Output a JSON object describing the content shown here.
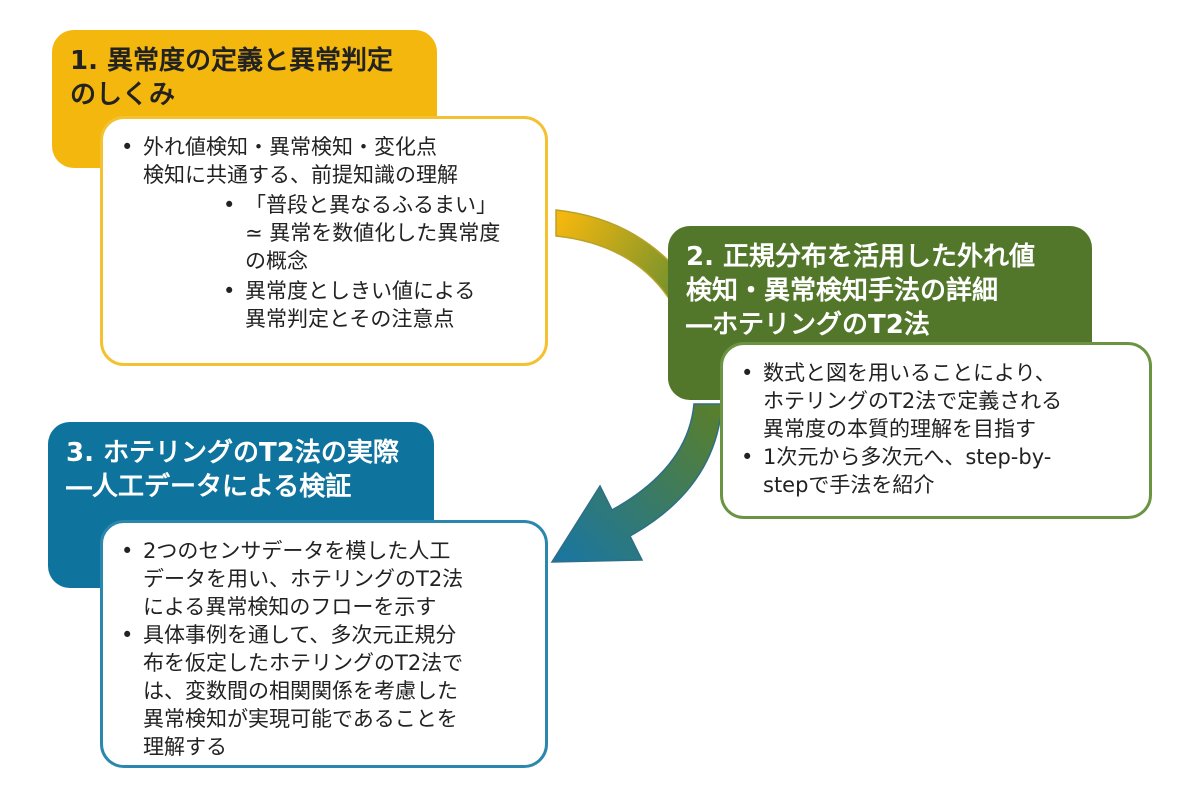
{
  "colors": {
    "box1_fill": "#f4b70e",
    "box1_border": "#f2c230",
    "box2_fill": "#52772a",
    "box2_border": "#6b9442",
    "box3_fill": "#0e739d",
    "box3_border": "#2b87ad",
    "arrow1_start": "#f4b70e",
    "arrow1_end": "#6b8f2f",
    "arrow2_start": "#5a7f2b",
    "arrow2_end": "#1a76a0"
  },
  "section1": {
    "title_line1": "1. 異常度の定義と異常判定",
    "title_line2": "のしくみ",
    "bullet": "•",
    "item1_line1": "外れ値検知・異常検知・変化点",
    "item1_line2": "検知に共通する、前提知識の理解",
    "sub1_line1": "「普段と異なるふるまい」",
    "sub1_line2": "≃ 異常を数値化した異常度",
    "sub1_line3": "の概念",
    "sub2_line1": "異常度としきい値による",
    "sub2_line2": "異常判定とその注意点"
  },
  "section2": {
    "title_line1": "2. 正規分布を活用した外れ値",
    "title_line2": "検知・異常検知手法の詳細",
    "title_line3": "―ホテリングのT2法",
    "bullet": "•",
    "item1_line1": "数式と図を用いることにより、",
    "item1_line2": "ホテリングのT2法で定義される",
    "item1_line3": "異常度の本質的理解を目指す",
    "item2_line1": "1次元から多次元へ、step-by-",
    "item2_line2": "stepで手法を紹介"
  },
  "section3": {
    "title_line1": "3. ホテリングのT2法の実際",
    "title_line2": "―人工データによる検証",
    "bullet": "•",
    "item1_line1": "2つのセンサデータを模した人工",
    "item1_line2": "データを用い、ホテリングのT2法",
    "item1_line3": "による異常検知のフローを示す",
    "item2_line1": "具体事例を通して、多次元正規分",
    "item2_line2": "布を仮定したホテリングのT2法で",
    "item2_line3": "は、変数間の相関関係を考慮した",
    "item2_line4": "異常検知が実現可能であることを",
    "item2_line5": "理解する"
  }
}
